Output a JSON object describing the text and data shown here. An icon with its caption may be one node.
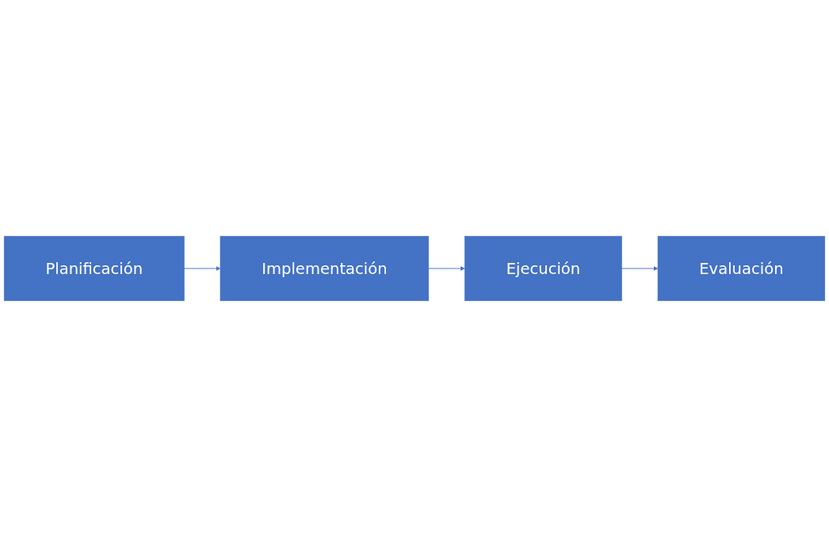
{
  "diagram": {
    "nodes": [
      {
        "text": [
          "Planificación"
        ]
      },
      {
        "text": [
          "Implementación"
        ]
      },
      {
        "text": [
          "Ejecución"
        ]
      },
      {
        "text": [
          "Evaluación"
        ]
      }
    ],
    "edges": [
      {
        "from": 0,
        "to": 1,
        "arrow": "to"
      },
      {
        "from": 1,
        "to": 2,
        "arrow": "to"
      },
      {
        "from": 2,
        "to": 3,
        "arrow": "to"
      }
    ]
  }
}
